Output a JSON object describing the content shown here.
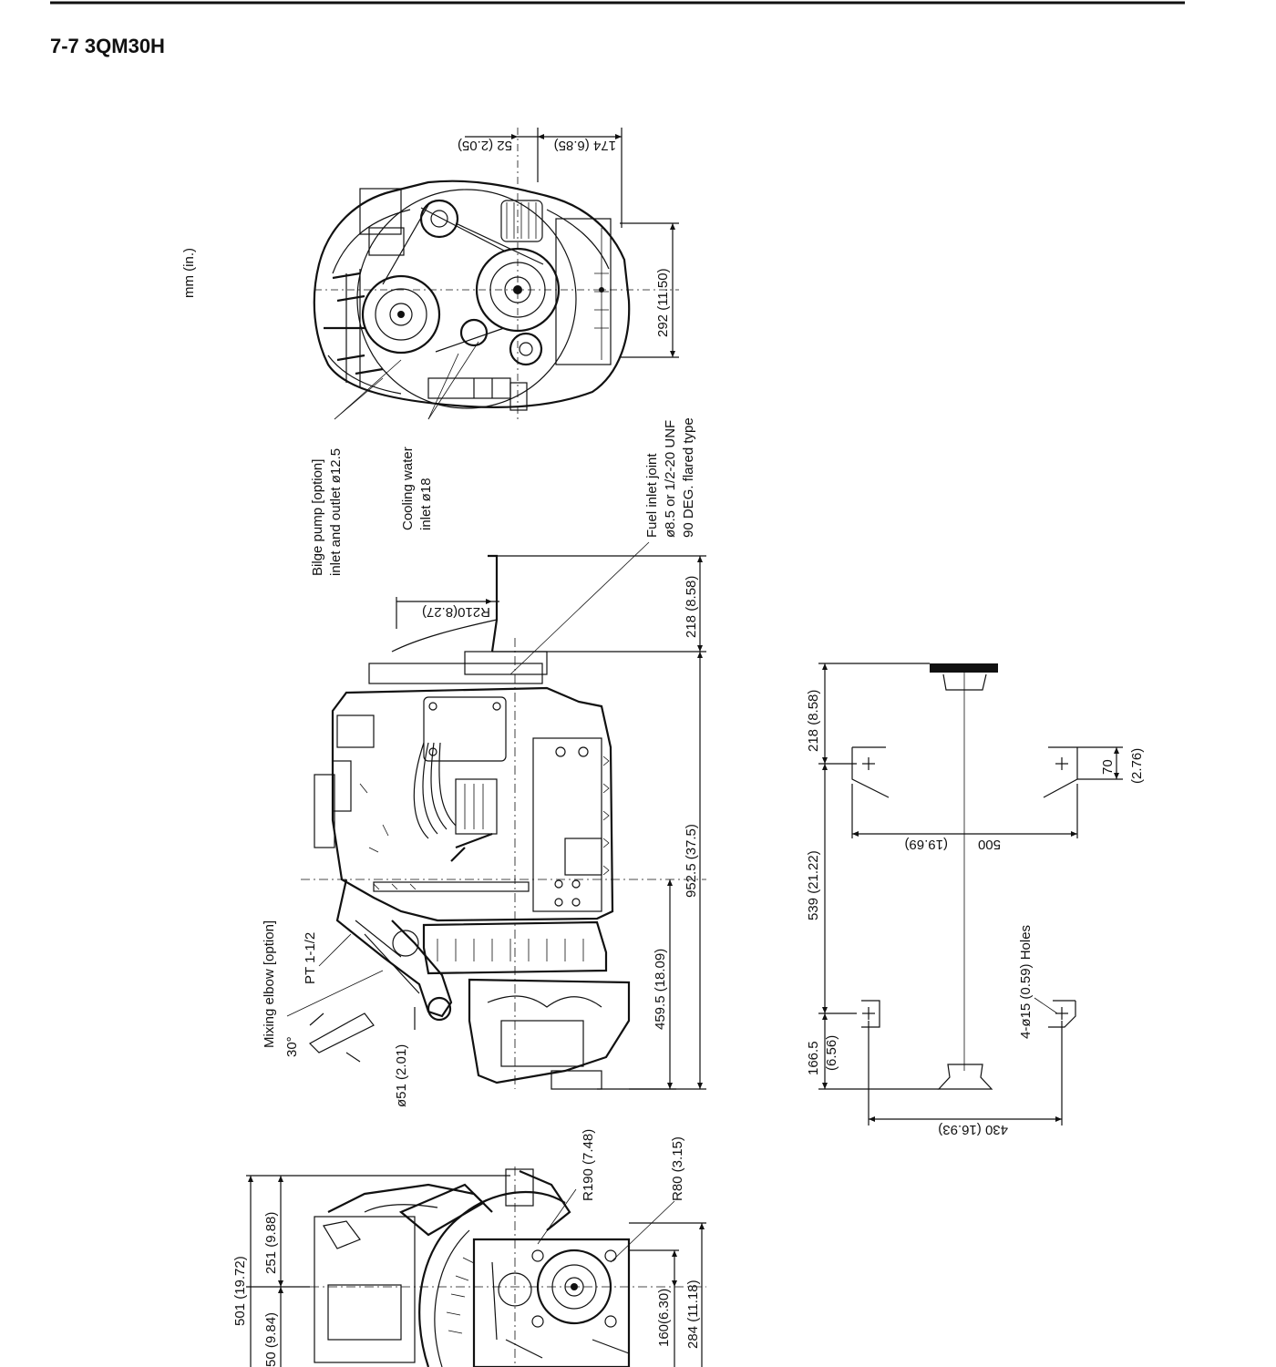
{
  "header": {
    "title": "7-7 3QM30H",
    "units": "mm (in.)"
  },
  "front_view": {
    "dims": {
      "d174": "174 (6.85)",
      "d52": "52 (2.05)",
      "d292": "292 (11.50)"
    },
    "callouts": {
      "bilge_1": "Bilge pump [option]",
      "bilge_2": "inlet and outlet ø12.5",
      "cooling_1": "Cooling water",
      "cooling_2": "inlet ø18",
      "fuel_1": "Fuel inlet joint",
      "fuel_2": "ø8.5 or 1/2-20 UNF",
      "fuel_3": "90 DEG. flared type"
    }
  },
  "side_view": {
    "dims": {
      "r210": "R210(8.27)",
      "d218": "218 (8.58)",
      "d952": "952.5 (37.5)",
      "d459": "459.5 (18.09)",
      "d51": "ø51 (2.01)"
    },
    "callouts": {
      "mixing": "Mixing elbow [option]",
      "pt": "PT 1-1/2",
      "angle": "30°"
    }
  },
  "mount_plan": {
    "dims": {
      "d218": "218 (8.58)",
      "d539": "539 (21.22)",
      "d166a": "166.5",
      "d166b": "(6.56)",
      "d500a": "500",
      "d500b": "(19.69)",
      "d430": "430 (16.93)",
      "d70a": "70",
      "d70b": "(2.76)",
      "holes": "4-ø15 (0.59) Holes"
    }
  },
  "rear_view": {
    "dims": {
      "d501": "501 (19.72)",
      "d251": "251 (9.88)",
      "d250": "50 (9.84)",
      "r190": "R190 (7.48)",
      "r80": "R80 (3.15)",
      "d160": "160(6.30)",
      "d284": "284 (11.18)"
    }
  }
}
